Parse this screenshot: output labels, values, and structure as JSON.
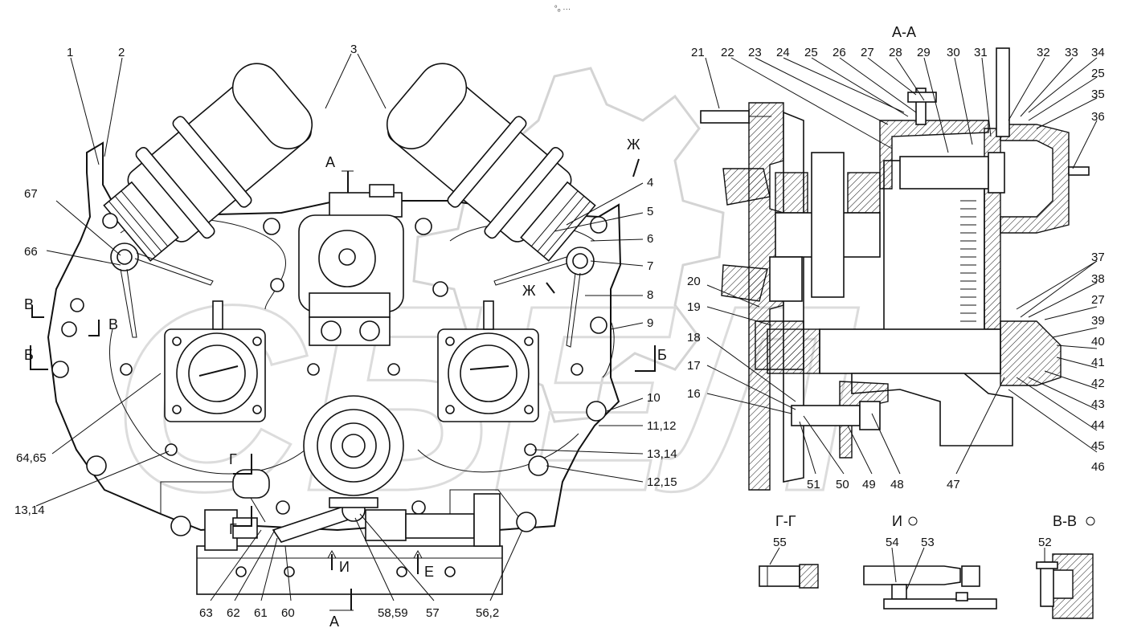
{
  "header": {
    "mark": "°ₒ ···"
  },
  "views": {
    "aa": "А-А",
    "gg": "Г-Г",
    "i": "И",
    "vv": "В-В"
  },
  "markers": {
    "a_top": "А",
    "a_bottom": "А",
    "b_left": "Б",
    "b_right": "Б",
    "v_left1": "В",
    "v_left2": "В",
    "g_1": "Г",
    "g_2": "Г",
    "zh_1": "Ж",
    "zh_2": "Ж",
    "i": "И",
    "e": "Е"
  },
  "callouts": {
    "c1": "1",
    "c2": "2",
    "c3": "3",
    "c4": "4",
    "c5": "5",
    "c6": "6",
    "c7": "7",
    "c8": "8",
    "c9": "9",
    "c10": "10",
    "c11_12": "11,12",
    "c13_14a": "13,14",
    "c12_15": "12,15",
    "c13_14b": "13,14",
    "c64_65": "64,65",
    "c66": "66",
    "c67": "67",
    "c63": "63",
    "c62": "62",
    "c61": "61",
    "c60": "60",
    "c58_59": "58,59",
    "c57": "57",
    "c56_2": "56,2",
    "c21": "21",
    "c22": "22",
    "c23": "23",
    "c24": "24",
    "c25a": "25",
    "c26": "26",
    "c27a": "27",
    "c28": "28",
    "c29": "29",
    "c30": "30",
    "c31": "31",
    "c32": "32",
    "c33": "33",
    "c34": "34",
    "c25b": "25",
    "c35": "35",
    "c36": "36",
    "c37": "37",
    "c38": "38",
    "c27b": "27",
    "c39": "39",
    "c40": "40",
    "c41": "41",
    "c42": "42",
    "c43": "43",
    "c44": "44",
    "c45": "45",
    "c46": "46",
    "c47": "47",
    "c48": "48",
    "c49": "49",
    "c50": "50",
    "c51": "51",
    "c16": "16",
    "c17": "17",
    "c18": "18",
    "c19": "19",
    "c20": "20",
    "c55": "55",
    "c54": "54",
    "c53": "53",
    "c52": "52"
  }
}
